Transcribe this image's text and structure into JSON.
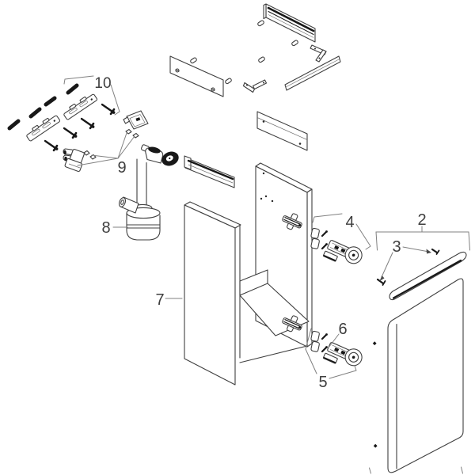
{
  "diagram_type": "exploded-parts-diagram",
  "labels": {
    "door": "2",
    "door_screws": "3",
    "hinge_top": "4",
    "hinge_bottom": "5",
    "hinge_screws": "6",
    "carcass": "7",
    "siphon": "8",
    "brackets": "9",
    "mounting_set": "10"
  },
  "colors": {
    "background": "#ffffff",
    "outline": "#3f3f3f",
    "dark_fill": "#181818",
    "leader_line": "#808080",
    "label_text": "#3e3e3e"
  }
}
